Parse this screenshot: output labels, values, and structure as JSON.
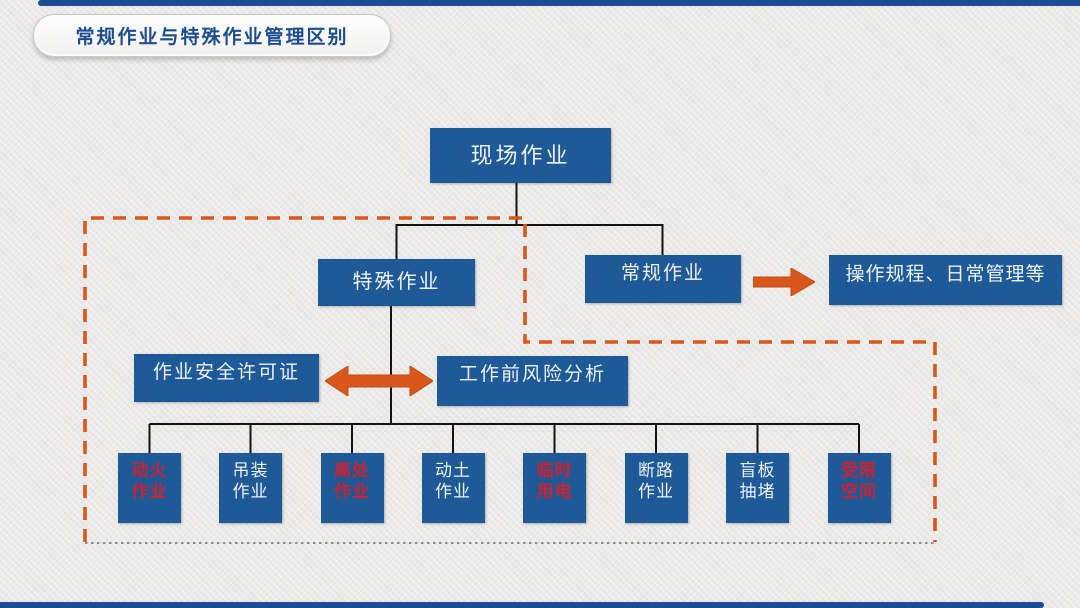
{
  "slide": {
    "title": "常规作业与特殊作业管理区别"
  },
  "nodes": {
    "root": "现场作业",
    "special": "特殊作业",
    "regular": "常规作业",
    "regular_management": "操作规程、日常管理等",
    "permit": "作业安全许可证",
    "risk_analysis": "工作前风险分析"
  },
  "special_jobs": [
    {
      "line1": "动火",
      "line2": "作业",
      "highlight": true
    },
    {
      "line1": "吊装",
      "line2": "作业",
      "highlight": false
    },
    {
      "line1": "高处",
      "line2": "作业",
      "highlight": true
    },
    {
      "line1": "动土",
      "line2": "作业",
      "highlight": false
    },
    {
      "line1": "临时",
      "line2": "用电",
      "highlight": true
    },
    {
      "line1": "断路",
      "line2": "作业",
      "highlight": false
    },
    {
      "line1": "盲板",
      "line2": "抽堵",
      "highlight": false
    },
    {
      "line1": "受限",
      "line2": "空间",
      "highlight": true
    }
  ],
  "colors": {
    "background": "#eae9e7",
    "box_blue": "#1e5a97",
    "title_blue": "#1c4d92",
    "accent_orange": "#d9571b",
    "highlight_red": "#cc2233",
    "line_black": "#141414",
    "dotted_gray": "#7f7f7f"
  }
}
